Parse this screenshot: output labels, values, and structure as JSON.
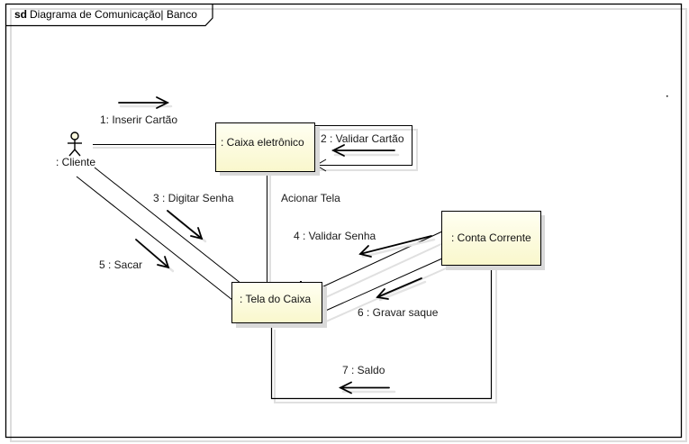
{
  "frame": {
    "keyword": "sd",
    "title": "Diagrama de Comunicação| Banco"
  },
  "actor": {
    "name": ": Cliente",
    "icon": "stick-figure-icon"
  },
  "objects": [
    {
      "id": "caixa",
      "label": ": Caixa eletrônico"
    },
    {
      "id": "tela",
      "label": ": Tela do Caixa"
    },
    {
      "id": "conta",
      "label": ": Conta Corrente"
    }
  ],
  "links": {
    "acionar_tela": "Acionar Tela"
  },
  "messages": [
    {
      "label": "1: Inserir Cartão",
      "direction": "right",
      "from": "Cliente",
      "to": "Caixa eletrônico"
    },
    {
      "label": "2 : Validar Cartão",
      "direction": "left",
      "from": "Caixa eletrônico",
      "to": "Caixa eletrônico"
    },
    {
      "label": "3 : Digitar Senha",
      "direction": "down-right",
      "from": "Cliente",
      "to": "Tela do Caixa"
    },
    {
      "label": "4 : Validar Senha",
      "direction": "down-left",
      "from": "Conta Corrente",
      "to": "Tela do Caixa"
    },
    {
      "label": "5 : Sacar",
      "direction": "down-right",
      "from": "Cliente",
      "to": "Tela do Caixa"
    },
    {
      "label": "6 : Gravar saque",
      "direction": "down-left",
      "from": "Conta Corrente",
      "to": "Tela do Caixa"
    },
    {
      "label": "7 : Saldo",
      "direction": "left",
      "from": "Conta Corrente",
      "to": "Tela do Caixa"
    }
  ],
  "colors": {
    "object_fill_top": "#fffff0",
    "object_fill_bottom": "#f8f6c8",
    "object_border": "#000000",
    "shadow": "#d9d9d9",
    "line": "#000000"
  }
}
